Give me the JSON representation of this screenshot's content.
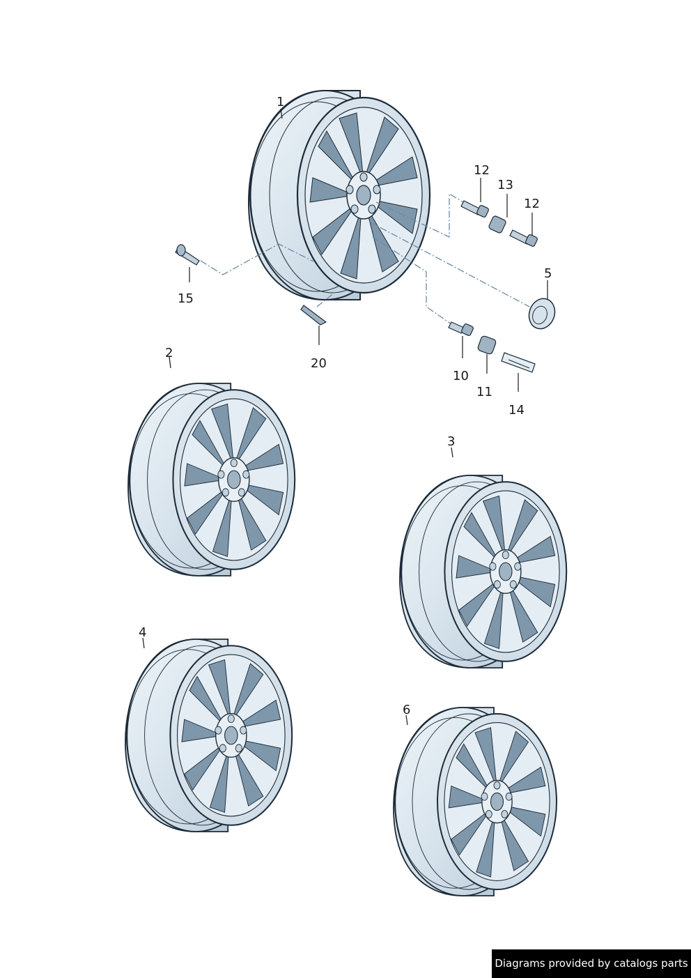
{
  "callouts": {
    "c1": "1",
    "c2": "2",
    "c3": "3",
    "c4": "4",
    "c5": "5",
    "c6": "6",
    "c10": "10",
    "c11": "11",
    "c12a": "12",
    "c12b": "12",
    "c13": "13",
    "c14": "14",
    "c15": "15",
    "c20": "20"
  },
  "footer": {
    "text": "Diagrams provided by catalogs parts"
  },
  "colors": {
    "wheel_fill": "#dfe9f1",
    "wheel_shade": "#c5d5e2",
    "pocket": "#7f97ab",
    "outline": "#1c2b38",
    "footer_bg": "#000000"
  }
}
